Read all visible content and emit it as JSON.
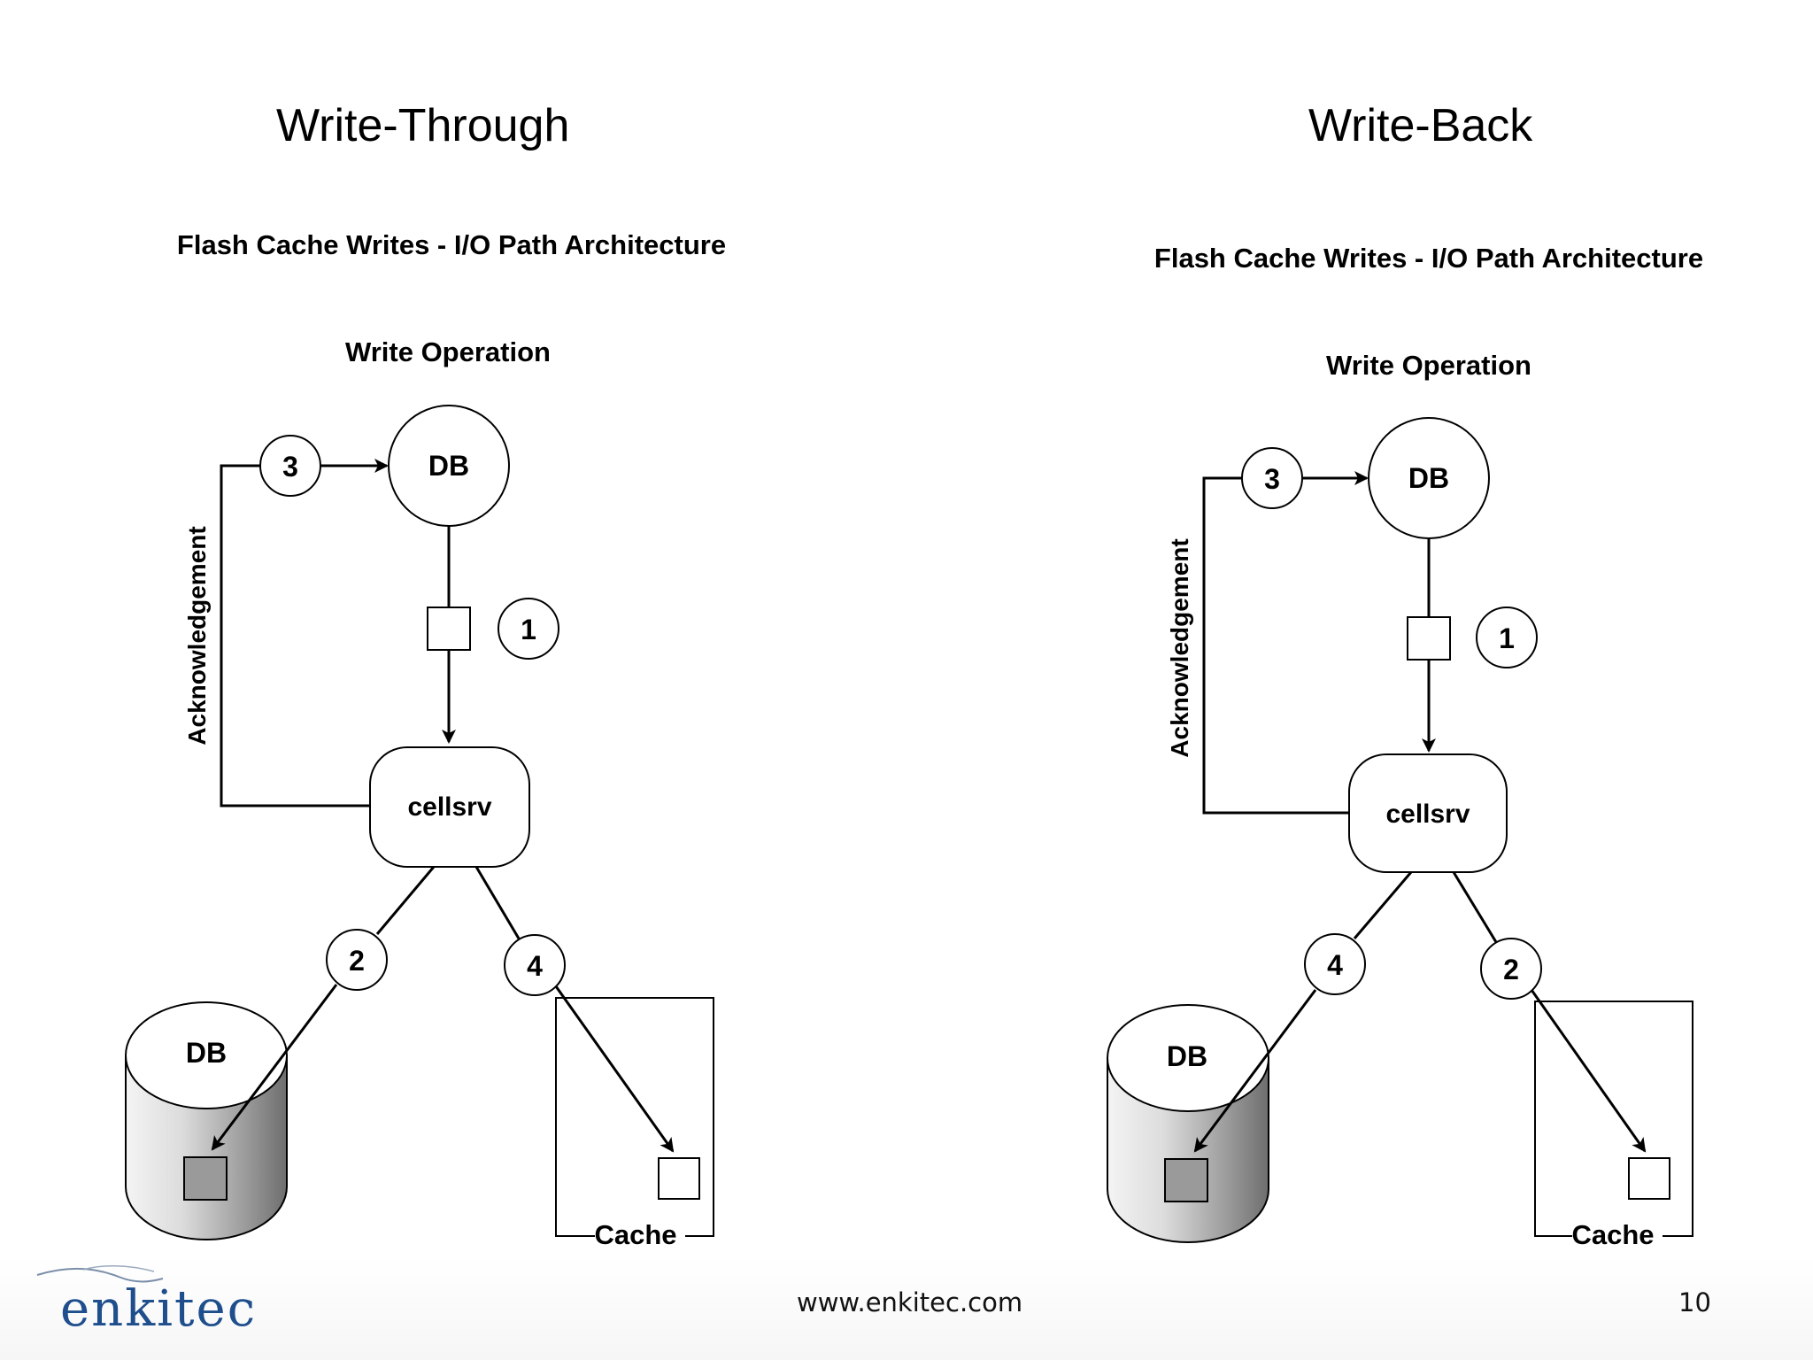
{
  "slide": {
    "headings": {
      "left": "Write-Through",
      "right": "Write-Back"
    },
    "footer": {
      "url": "www.enkitec.com",
      "page_number": "10",
      "logo_text": "enkitec"
    }
  },
  "colors": {
    "logo": "#1f4e8c",
    "line": "#000000",
    "disk_shade": "#9a9a9a"
  },
  "diagrams": {
    "write_through": {
      "title": "Flash Cache Writes - I/O Path Architecture",
      "subtitle": "Write Operation",
      "db_node": "DB",
      "cellsrv": "cellsrv",
      "side_label": "Acknowledgement",
      "disk_label": "DB",
      "cache_label": "Cache",
      "step_top": "1",
      "step_ack": "3",
      "step_disk": "2",
      "step_cache": "4"
    },
    "write_back": {
      "title": "Flash Cache Writes - I/O Path Architecture",
      "subtitle": "Write Operation",
      "db_node": "DB",
      "cellsrv": "cellsrv",
      "side_label": "Acknowledgement",
      "disk_label": "DB",
      "cache_label": "Cache",
      "step_top": "1",
      "step_ack": "3",
      "step_disk": "4",
      "step_cache": "2"
    }
  }
}
